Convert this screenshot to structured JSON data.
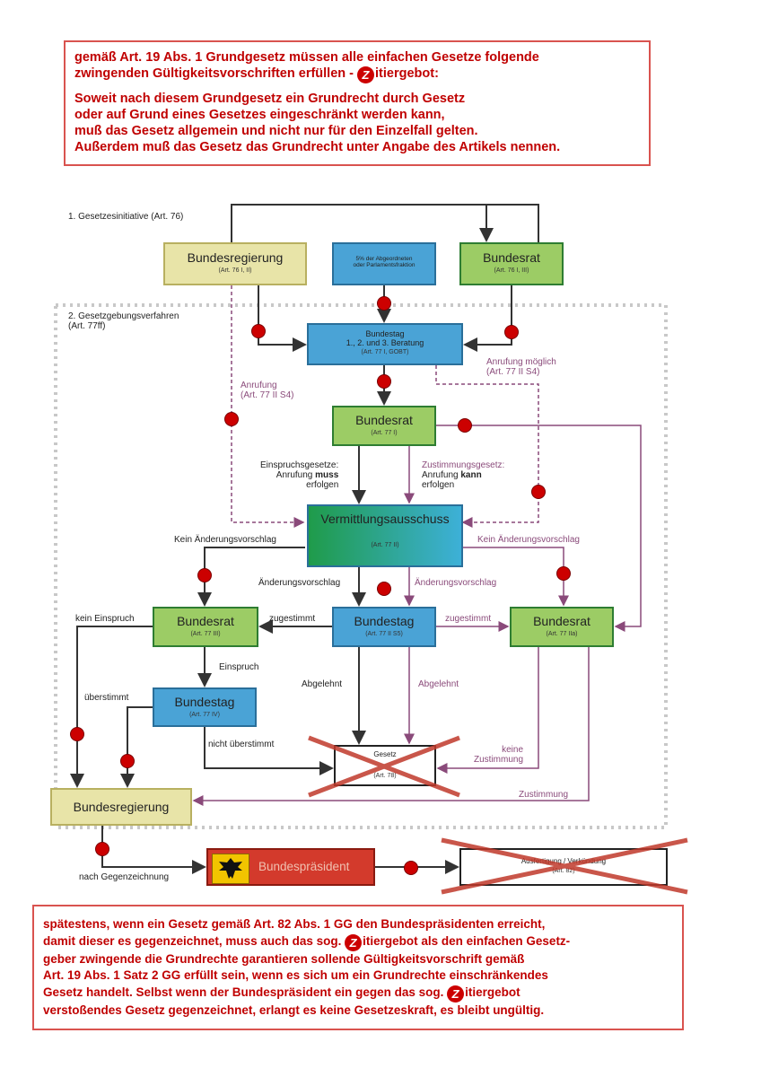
{
  "header": {
    "lines": [
      "gemäß Art. 19 Abs. 1 Grundgesetz müssen alle einfachen Gesetze folgende",
      "zwingenden Gültigkeitsvorschriften erfüllen -",
      "itiergebot:"
    ],
    "body": [
      "Soweit nach diesem Grundgesetz ein Grundrecht durch Gesetz",
      "oder auf Grund eines Gesetzes eingeschränkt werden kann,",
      "muß das Gesetz allgemein und nicht nur für den Einzelfall gelten.",
      "Außerdem muß das Gesetz das Grundrecht unter Angabe des Artikels nennen."
    ],
    "zitier_letter": "Z"
  },
  "diagram": {
    "section1": "1. Gesetzesinitiative (Art. 76)",
    "section2": [
      "2. Gesetzgebungsverfahren",
      "(Art. 77ff)"
    ],
    "bundesregierung_top": {
      "title": "Bundesregierung",
      "sub": "(Art. 76 I, II)"
    },
    "abgeordnete": {
      "line1": "5% der Abgeordneten",
      "line2": "oder Parlamentsfraktion"
    },
    "bundesrat_top": {
      "title": "Bundesrat",
      "sub": "(Art. 76 I, III)"
    },
    "bundestag_beratung": {
      "title": "Bundestag",
      "title2": "1., 2. und 3. Beratung",
      "sub": "(Art. 77 I, GOBT)"
    },
    "anrufung_left": [
      "Anrufung",
      "(Art. 77 II S4)"
    ],
    "anrufung_right": [
      "Anrufung möglich",
      "(Art. 77 II S4)"
    ],
    "bundesrat_mid": {
      "title": "Bundesrat",
      "sub": "(Art. 77 I)"
    },
    "einspruch_text": [
      "Einspruchsgesetze:",
      "Anrufung muss",
      "erfolgen"
    ],
    "einspruch_bold": "muss",
    "zustimmung_text": [
      "Zustimmungsgesetz:",
      "Anrufung kann",
      "erfolgen"
    ],
    "vermittlung": {
      "title": "Vermittlungsausschuss",
      "sub": "(Art. 77 II)"
    },
    "kein_aend_left": "Kein Änderungsvorschlag",
    "kein_aend_right": "Kein Änderungsvorschlag",
    "aend_left": "Änderungsvorschlag",
    "aend_right": "Änderungsvorschlag",
    "bundesrat_left": {
      "title": "Bundesrat",
      "sub": "(Art. 77 III)"
    },
    "bundestag_mid": {
      "title": "Bundestag",
      "sub": "(Art. 77 II S5)"
    },
    "bundesrat_right": {
      "title": "Bundesrat",
      "sub": "(Art. 77 IIa)"
    },
    "kein_einspruch": "kein Einspruch",
    "zugestimmt_left": "zugestimmt",
    "zugestimmt_right": "zugestimmt",
    "einspruch": "Einspruch",
    "ueberstimmt": "überstimmt",
    "bundestag_low": {
      "title": "Bundestag",
      "sub": "(Art. 77 IV)"
    },
    "abgelehnt_left": "Abgelehnt",
    "abgelehnt_right": "Abgelehnt",
    "nicht_ueberstimmt": "nicht überstimmt",
    "gesetz": {
      "title": "Gesetz",
      "sub": "(Art. 78)"
    },
    "keine_zustimmung": [
      "keine",
      "Zustimmung"
    ],
    "zustimmung": "Zustimmung",
    "bundesregierung_bottom": {
      "title": "Bundesregierung"
    },
    "nach_gegenzeichnung": "nach Gegenzeichnung",
    "bundespraesident": "Bundespräsident",
    "ausfertigung": {
      "title": "Ausfertigung / Verkündung",
      "sub": "(Art. 82)"
    },
    "colors": {
      "yellow": "#e8e4a8",
      "green": "#9ccc65",
      "blue": "#4aa3d6",
      "gradient_from": "#1f9b4a",
      "gradient_to": "#3db0d8",
      "red": "#cc0000",
      "purple": "#8a4a7a"
    }
  },
  "footer": {
    "lines": [
      "spätestens, wenn ein Gesetz gemäß Art. 82 Abs. 1 GG den Bundespräsidenten erreicht,",
      "damit dieser es gegenzeichnet, muss auch das sog.",
      "itiergebot als den einfachen Gesetz-",
      "geber zwingende die Grundrechte garantieren sollende Gültigkeitsvorschrift gemäß",
      "Art. 19 Abs. 1 Satz 2 GG erfüllt sein, wenn es sich um ein Grundrechte einschränkendes",
      "Gesetz handelt. Selbst wenn der Bundespräsident ein gegen das sog.",
      "itiergebot",
      "verstoßendes Gesetz gegenzeichnet, erlangt es keine Gesetzeskraft, es bleibt ungültig."
    ]
  }
}
